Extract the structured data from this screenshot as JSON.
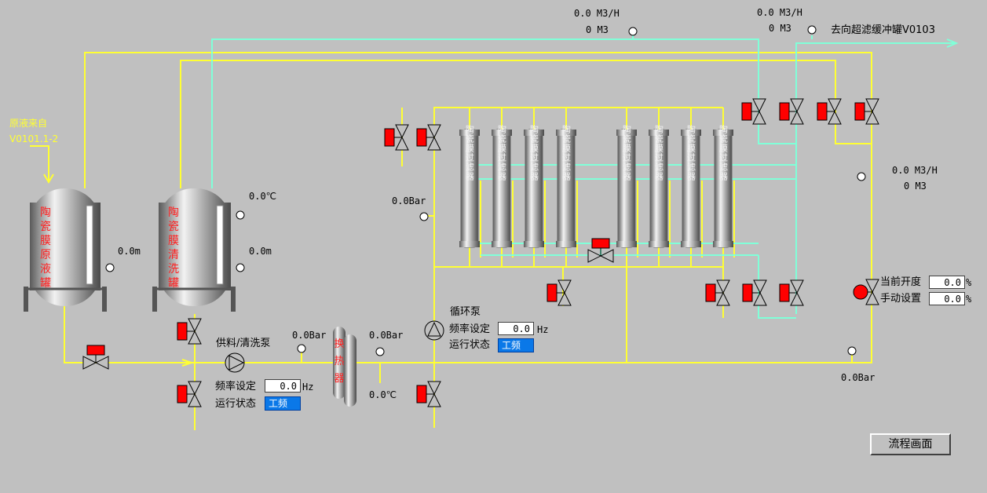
{
  "flow_top_left": {
    "rate": "0.0 M3/H",
    "total": "0 M3"
  },
  "flow_top_right": {
    "rate": "0.0 M3/H",
    "total": "0 M3"
  },
  "flow_right": {
    "rate": "0.0 M3/H",
    "total": "0 M3"
  },
  "outlet_label": "去向超滤缓冲罐V0103",
  "feed_source": {
    "line1": "原液来自",
    "line2": "V0101.1-2"
  },
  "tank1": {
    "name": "陶瓷膜原液罐",
    "level": "0.0m"
  },
  "tank2": {
    "name": "陶瓷膜清洗罐",
    "level": "0.0m",
    "temp": "0.0℃"
  },
  "heat_exchanger": {
    "name": "换热器"
  },
  "membranes": [
    "陶瓷膜过滤器",
    "陶瓷膜过滤器",
    "陶瓷膜过滤器",
    "陶瓷膜过滤器",
    "陶瓷膜过滤器",
    "陶瓷膜过滤器",
    "陶瓷膜过滤器",
    "陶瓷膜过滤器"
  ],
  "feed_pump": {
    "name": "供料/清洗泵",
    "freq_label": "频率设定",
    "freq_value": "0.0",
    "freq_unit": "Hz",
    "status_label": "运行状态",
    "status_value": "工频"
  },
  "circ_pump": {
    "name": "循环泵",
    "freq_label": "频率设定",
    "freq_value": "0.0",
    "freq_unit": "Hz",
    "status_label": "运行状态",
    "status_value": "工频"
  },
  "pressures": {
    "p_before_hx": "0.0Bar",
    "p_after_hx": "0.0Bar",
    "p_membrane_in": "0.0Bar",
    "p_return": "0.0Bar"
  },
  "temp_after_hx": "0.0℃",
  "control_valve": {
    "current_label": "当前开度",
    "current_value": "0.0",
    "manual_label": "手动设置",
    "manual_value": "0.0",
    "unit": "%"
  },
  "process_button": "流程画面",
  "colors": {
    "background": "#c0c0c0",
    "feed_line": "#ffff33",
    "permeate_line": "#80ffd8",
    "valve_actuator": "#ff0000",
    "status_fill": "#0a78e8"
  }
}
